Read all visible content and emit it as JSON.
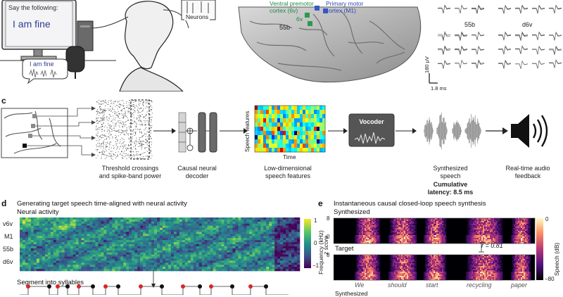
{
  "panel_a": {
    "screen_prompt": "Say the following:",
    "screen_sentence": "I am fine",
    "speech_bubble": "I am fine",
    "neurons_label": "Neurons"
  },
  "panel_b": {
    "area_ventral_premotor": "Ventral premotor cortex (6v)",
    "area_primary_motor": "Primary motor cortex (M1)",
    "area_6v": "6v",
    "area_55b": "55b"
  },
  "panel_spikes": {
    "label_55b": "55b",
    "label_d6v": "d6v",
    "scale_voltage": "180 µV",
    "scale_time": "1.8 ms"
  },
  "panel_c": {
    "letter": "c",
    "threshold_label_1": "Threshold crossings",
    "threshold_label_2": "and spike-band power",
    "decoder_label_1": "Causal neural",
    "decoder_label_2": "decoder",
    "features_axis_y": "Speech features",
    "features_axis_x": "Time",
    "features_label_1": "Low-dimensional",
    "features_label_2": "speech features",
    "vocoder_label": "Vocoder",
    "synth_label_1": "Synthesized",
    "synth_label_2": "speech",
    "latency_label_1": "Cumulative",
    "latency_label_2": "latency: 8.5 ms",
    "feedback_label_1": "Real-time audio",
    "feedback_label_2": "feedback"
  },
  "panel_d": {
    "letter": "d",
    "title": "Generating target speech time-aligned with neural activity",
    "subtitle": "Neural activity",
    "rows": [
      "v6v",
      "M1",
      "55b",
      "d6v"
    ],
    "colorbar_ticks": [
      "1",
      "0",
      "−1"
    ],
    "colorbar_label": "z score",
    "segment_label": "Segment into syllables"
  },
  "panel_e": {
    "letter": "e",
    "title": "Instantaneous causal closed-loop speech synthesis",
    "synth_label": "Synthesized",
    "target_label": "Target",
    "correlation": "r = 0.81",
    "y_axis_label": "Frequency (kHz)",
    "y_tick_top": "8",
    "y_tick_zero": "0",
    "y_tick_top_2": "8",
    "words": [
      "We",
      "should",
      "start",
      "recycling",
      "paper"
    ],
    "colorbar_label": "Speech (dB)",
    "colorbar_top": "0",
    "colorbar_bottom": "−80",
    "bottom_cut_label": "Synthesized"
  }
}
